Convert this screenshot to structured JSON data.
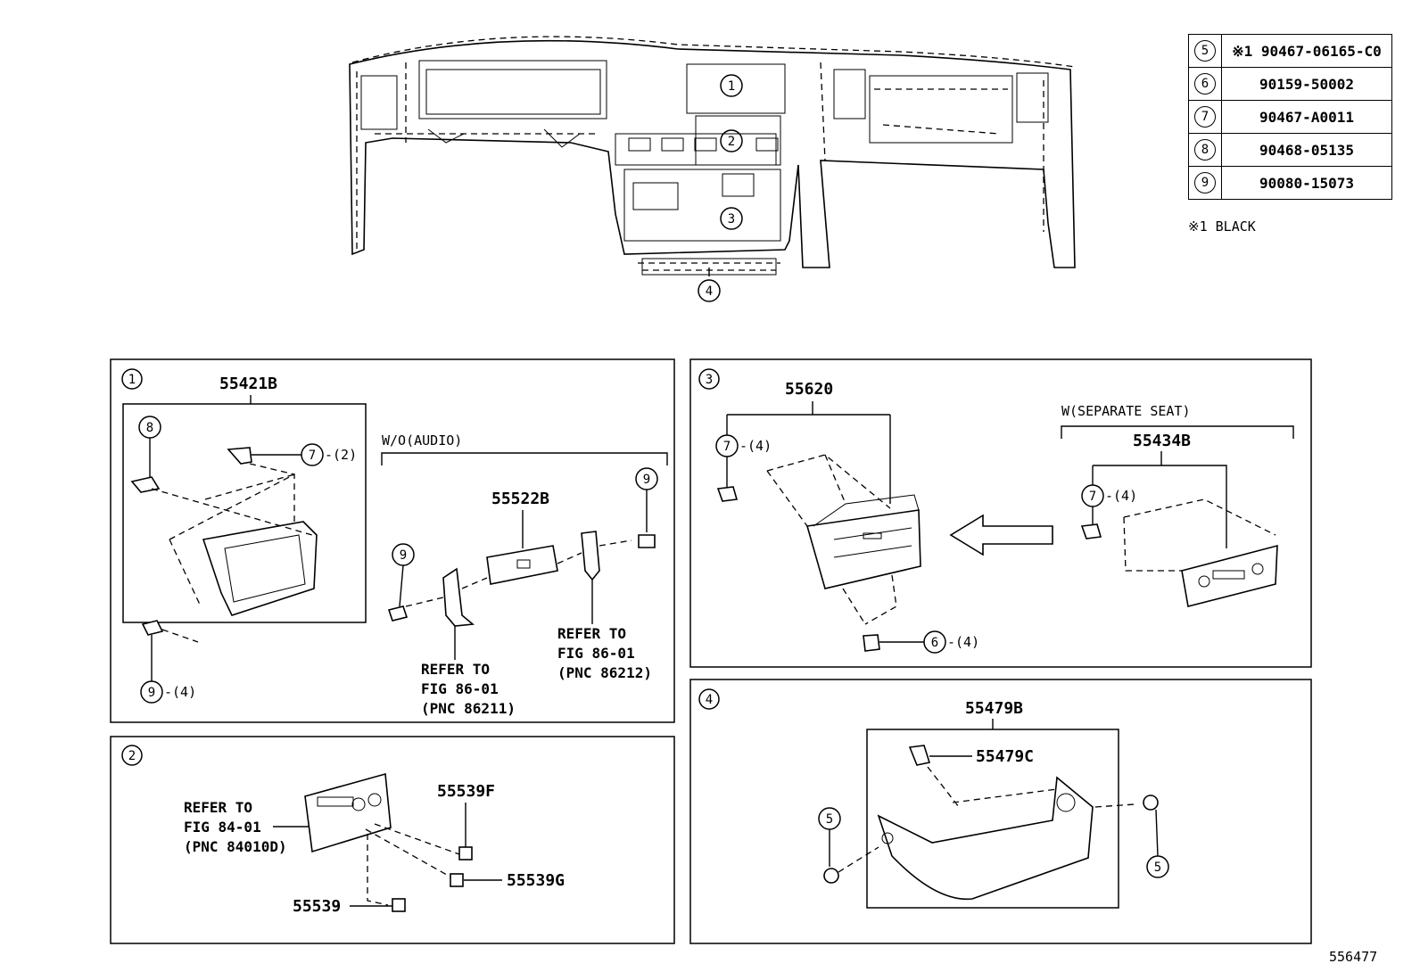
{
  "legend": [
    {
      "num": "5",
      "code": "※1 90467-06165-C0"
    },
    {
      "num": "6",
      "code": "90159-50002"
    },
    {
      "num": "7",
      "code": "90467-A0011"
    },
    {
      "num": "8",
      "code": "90468-05135"
    },
    {
      "num": "9",
      "code": "90080-15073"
    }
  ],
  "note": "※1 BLACK",
  "figure_id": "556477",
  "overview": {
    "callouts": [
      "1",
      "2",
      "3",
      "4"
    ]
  },
  "panel1": {
    "index": "1",
    "part_main": "55421B",
    "part_mid": "55522B",
    "wo_audio": "W/O(AUDIO)",
    "c8": "8",
    "c7": "7",
    "c7_qty": "-(2)",
    "c9a": "9",
    "c9b": "9",
    "c9c": "9",
    "c9c_qty": "-(4)",
    "ref_a": [
      "REFER TO",
      "FIG 86-01",
      "(PNC 86211)"
    ],
    "ref_b": [
      "REFER TO",
      "FIG 86-01",
      "(PNC 86212)"
    ]
  },
  "panel2": {
    "index": "2",
    "ref": [
      "REFER TO",
      "FIG 84-01",
      "(PNC 84010D)"
    ],
    "p1": "55539F",
    "p2": "55539G",
    "p3": "55539"
  },
  "panel3": {
    "index": "3",
    "part_main": "55620",
    "sep_label": "W(SEPARATE SEAT)",
    "part_sep": "55434B",
    "c7a": "7",
    "c7a_qty": "-(4)",
    "c7b": "7",
    "c7b_qty": "-(4)",
    "c6": "6",
    "c6_qty": "-(4)"
  },
  "panel4": {
    "index": "4",
    "part_main": "55479B",
    "part_clip": "55479C",
    "c5a": "5",
    "c5b": "5"
  }
}
